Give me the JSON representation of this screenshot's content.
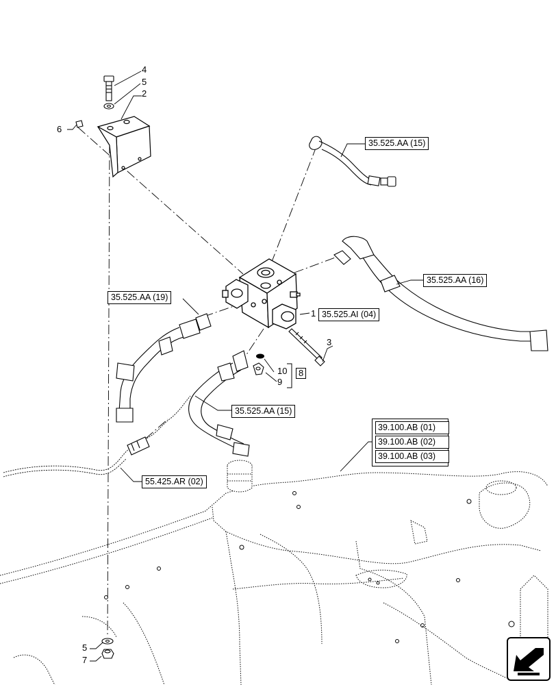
{
  "callouts": {
    "p1": "1",
    "p2": "2",
    "p3": "3",
    "p4": "4",
    "p5_top": "5",
    "p5_bottom": "5",
    "p6": "6",
    "p7": "7",
    "p8": "8",
    "p9": "9",
    "p10": "10"
  },
  "references": {
    "valve_block": "35.525.AI (04)",
    "hose_top": "35.525.AA (15)",
    "hose_right": "35.525.AA (16)",
    "hose_left": "35.525.AA (19)",
    "hose_lower": "35.525.AA (15)",
    "harness": "55.425.AR (02)",
    "frame_1": "39.100.AB (01)",
    "frame_2": "39.100.AB (02)",
    "frame_3": "39.100.AB (03)"
  },
  "nav": {
    "icon": "return-arrow-icon"
  }
}
